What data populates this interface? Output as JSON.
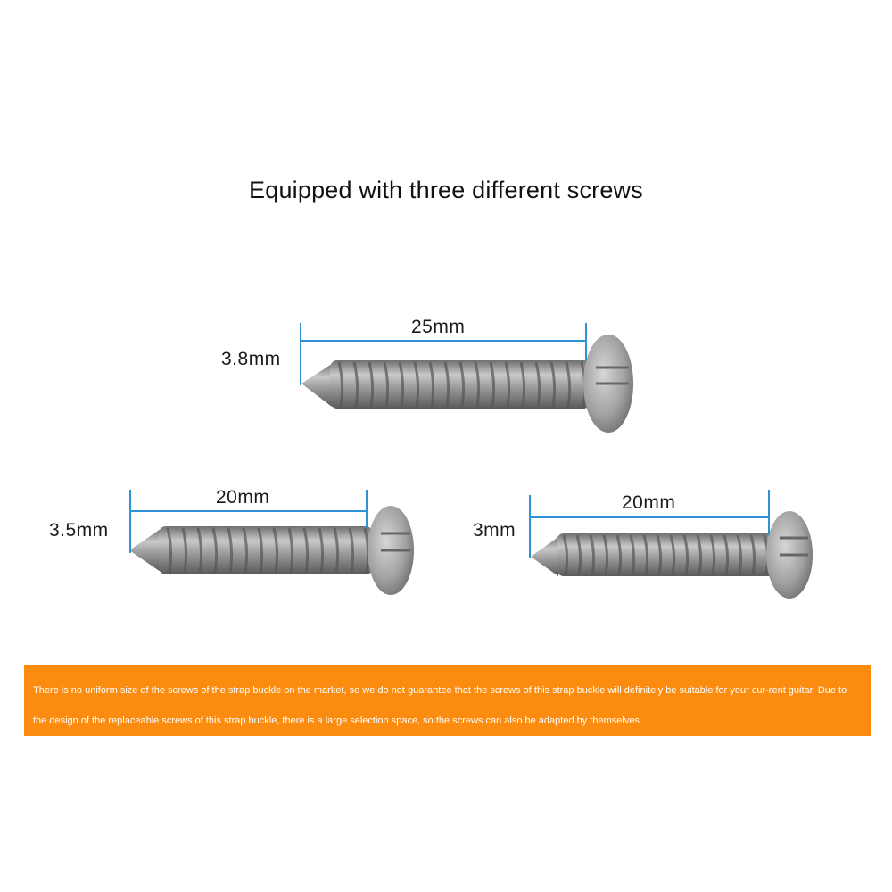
{
  "title": "Equipped with three different screws",
  "screws": [
    {
      "length_label": "25mm",
      "diameter_label": "3.8mm"
    },
    {
      "length_label": "20mm",
      "diameter_label": "3.5mm"
    },
    {
      "length_label": "20mm",
      "diameter_label": "3mm"
    }
  ],
  "notice": {
    "text": "There is no uniform size of the screws of the strap buckle on the market, so we do not guarantee that the screws of this strap buckle will definitely be suitable for your cur-rent guitar. Due to the design of the replaceable screws of this strap buckle, there is a large selection space, so the screws can also be adapted by themselves."
  },
  "colors": {
    "banner_bg": "#fb8c10",
    "banner_text": "#ffffff",
    "dimension_line": "#2f93d6",
    "screw_metal": "#9a9a9a"
  }
}
